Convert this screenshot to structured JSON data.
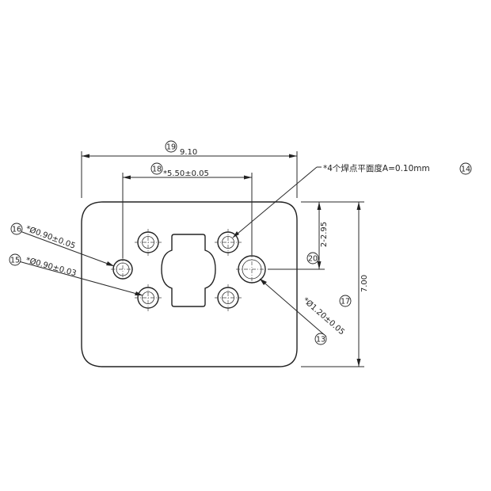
{
  "dimensions": {
    "width": "9.10",
    "pitch": "5.50±0.05",
    "height": "7.00",
    "offset": "2-2.95"
  },
  "callouts": {
    "small_hole_16": "Ø0.90±0.05",
    "small_hole_15": "Ø0.90±0.03",
    "large_hole_13": "Ø1.20±0.05",
    "flatness_14": "*4个焊点平面度A=0.10mm"
  },
  "balloons": {
    "b13": "13",
    "b14": "14",
    "b15": "15",
    "b16": "16",
    "b17": "17",
    "b18": "18",
    "b19": "19",
    "b20": "20"
  },
  "asterisk": "*"
}
